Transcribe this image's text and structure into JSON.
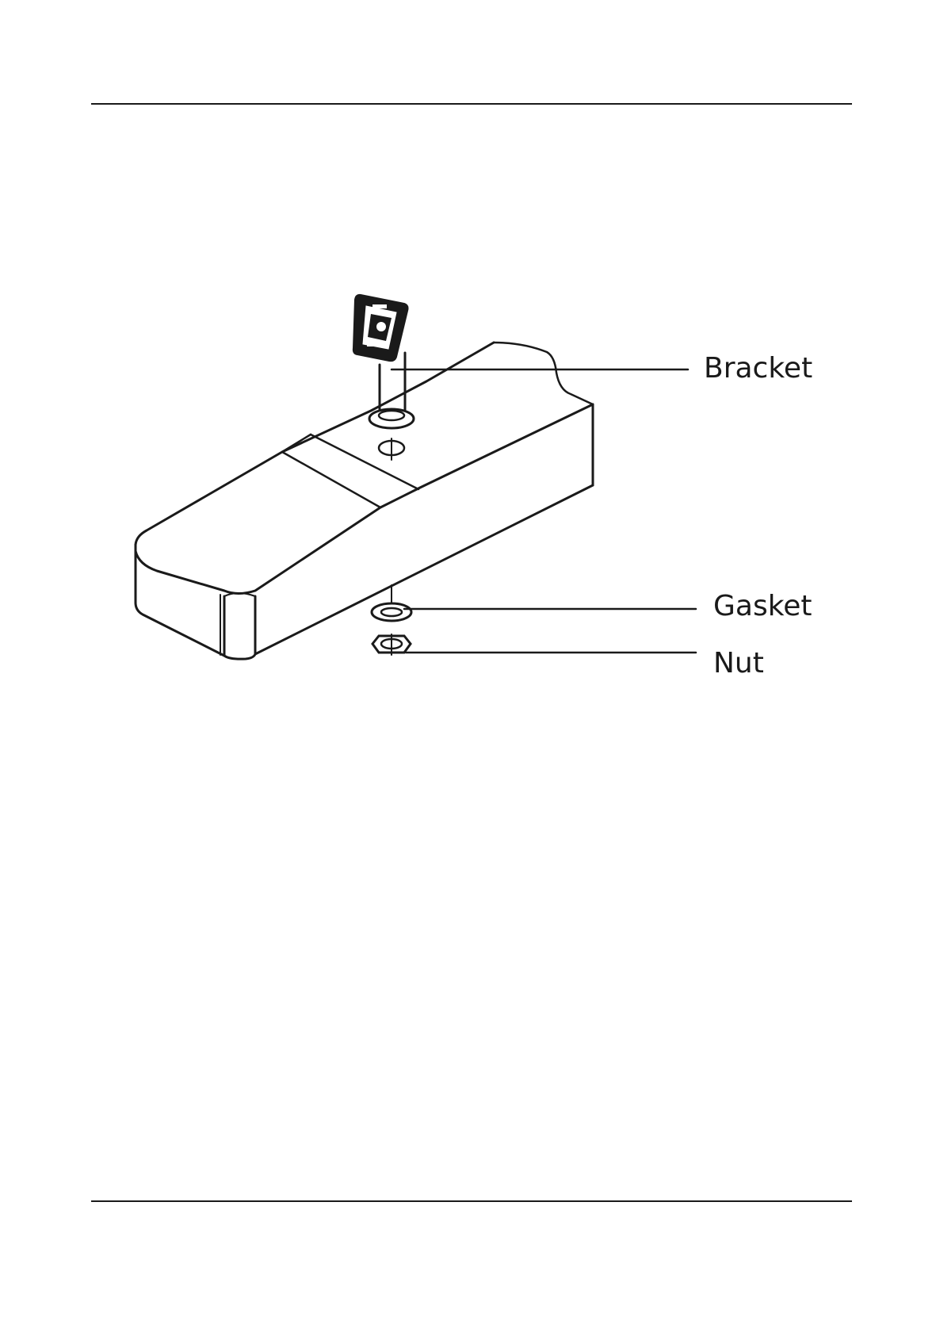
{
  "callouts": {
    "bracket": "Bracket",
    "gasket": "Gasket",
    "nut": "Nut"
  }
}
